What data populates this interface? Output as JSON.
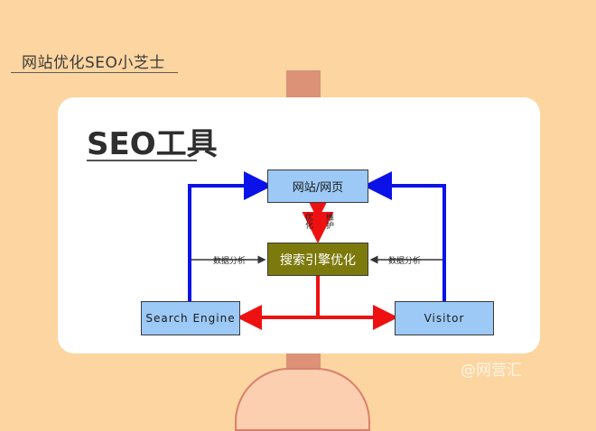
{
  "header": {
    "label": "网站优化SEO小芝士"
  },
  "card": {
    "title": "SEO工具"
  },
  "diagram": {
    "nodes": {
      "website": "网站/网页",
      "seo": "搜索引擎优化",
      "search_engine": "Search Engine",
      "visitor": "Visitor"
    },
    "labels": {
      "optimize": "优化",
      "maintain": "维护",
      "data_analysis_left": "数据分析",
      "data_analysis_right": "数据分析"
    },
    "colors": {
      "blue_arrow": "#0a12e8",
      "red_arrow": "#ee1111",
      "node_blue": "#9cc9f6",
      "node_olive": "#7d7a0d"
    }
  },
  "watermark": "@网营汇"
}
